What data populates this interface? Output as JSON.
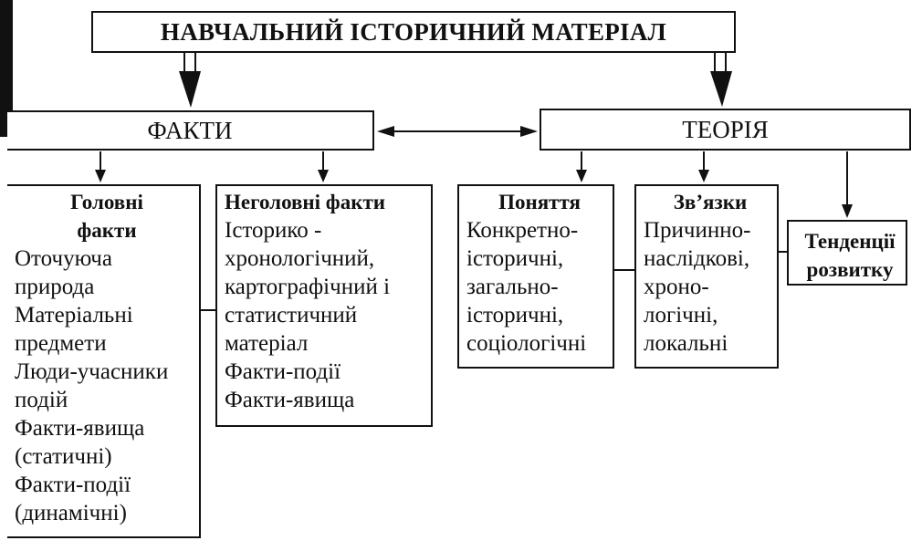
{
  "title": "НАВЧАЛЬНИЙ ІСТОРИЧНИЙ МАТЕРІАЛ",
  "facts": "ФАКТИ",
  "theory": "ТЕОРІЯ",
  "main_facts": {
    "heading": [
      "Головні",
      "факти"
    ],
    "items": [
      "Оточуюча",
      "природа",
      "Матеріальні",
      "предмети",
      "Люди-учасники",
      "подій",
      "Факти-явища",
      "(статичні)",
      "Факти-події",
      "(динамічні)"
    ]
  },
  "minor_facts": {
    "heading": "Неголовні факти",
    "items": [
      "Історико -",
      "хронологічний,",
      "картографічний і",
      "статистичний",
      "матеріал",
      "Факти-події",
      "Факти-явища"
    ]
  },
  "concepts": {
    "heading": "Поняття",
    "items": [
      "Конкретно-",
      "історичні,",
      "загально-",
      "історичні,",
      "соціологічні"
    ]
  },
  "links": {
    "heading": "Зв’язки",
    "items": [
      "Причинно-",
      "наслідкові,",
      "хроно-",
      "логічні,",
      "локальні"
    ]
  },
  "trends": [
    "Тенденції",
    "розвитку"
  ]
}
